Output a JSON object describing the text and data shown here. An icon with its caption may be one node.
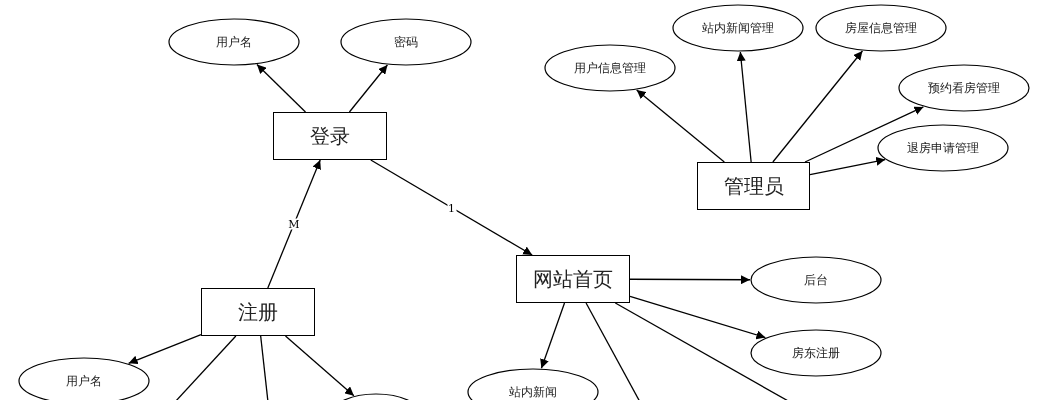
{
  "diagram": {
    "nodes": [
      {
        "text": [
          "用户名"
        ]
      },
      {
        "text": [
          "密码"
        ]
      },
      {
        "text": [
          "登录"
        ]
      },
      {
        "text": [
          "站内新闻管理"
        ]
      },
      {
        "text": [
          "房屋信息管理"
        ]
      },
      {
        "text": [
          "用户信息管理"
        ]
      },
      {
        "text": [
          "预约看房管理"
        ]
      },
      {
        "text": [
          "退房申请管理"
        ]
      },
      {
        "text": [
          "管理员"
        ]
      },
      {
        "text": [
          "网站首页"
        ]
      },
      {
        "text": [
          "后台"
        ]
      },
      {
        "text": [
          "注册"
        ]
      },
      {
        "text": [
          "房东注册"
        ]
      },
      {
        "text": [
          "用户名"
        ]
      },
      {
        "text": [
          "站内新闻"
        ]
      },
      {
        "text": [],
        "shape": "ellipse"
      }
    ],
    "edges": [
      {
        "from": 2,
        "to": 0,
        "arrow": "to"
      },
      {
        "from": 2,
        "to": 1,
        "arrow": "to"
      },
      {
        "from": 8,
        "to": 5,
        "arrow": "to"
      },
      {
        "from": 8,
        "to": 3,
        "arrow": "to"
      },
      {
        "from": 8,
        "to": 4,
        "arrow": "to"
      },
      {
        "from": 8,
        "to": 6,
        "arrow": "to"
      },
      {
        "from": 8,
        "to": 7,
        "arrow": "to"
      },
      {
        "from": 11,
        "to": 2,
        "arrow": "to",
        "label": "M"
      },
      {
        "from": 2,
        "to": 9,
        "arrow": "to",
        "label": "1"
      },
      {
        "from": 9,
        "to": 10,
        "arrow": "to"
      },
      {
        "from": 9,
        "to": 12,
        "arrow": "to"
      },
      {
        "from": 9,
        "to": 14,
        "arrow": "to"
      },
      {
        "from": 9,
        "to": null,
        "arrow": "none"
      },
      {
        "from": 9,
        "to": null,
        "arrow": "none"
      },
      {
        "from": 11,
        "to": 13,
        "arrow": "to"
      },
      {
        "from": 11,
        "to": 15,
        "arrow": "to"
      },
      {
        "from": 11,
        "to": null,
        "arrow": "none"
      },
      {
        "from": 11,
        "to": null,
        "arrow": "none"
      }
    ]
  }
}
